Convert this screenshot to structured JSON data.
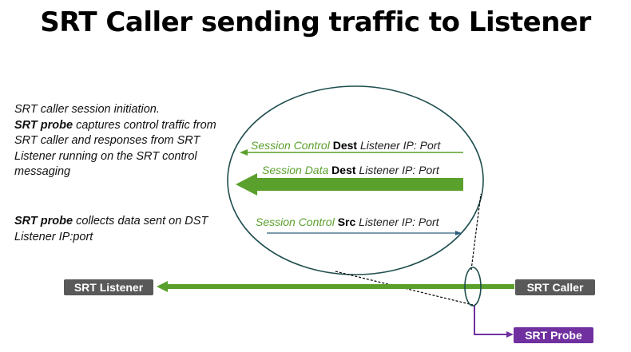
{
  "title": "SRT Caller sending traffic to Listener",
  "description": {
    "p1_line1": "SRT caller session initiation.",
    "p1_bold": "SRT probe",
    "p1_rest": " captures control traffic from SRT caller and responses from SRT Listener running on the SRT control messaging",
    "p2_bold": "SRT probe",
    "p2_rest": " collects data sent on DST Listener IP:port"
  },
  "nodes": {
    "listener": "SRT Listener",
    "caller": "SRT Caller",
    "probe": "SRT Probe"
  },
  "flows": [
    {
      "prefix": "Session Control ",
      "keyword": "Dest",
      "suffix": " Listener IP: Port"
    },
    {
      "prefix": "Session Data ",
      "keyword": "Dest",
      "suffix": " Listener IP: Port"
    },
    {
      "prefix": "Session Control ",
      "keyword": "Src",
      "suffix": " Listener IP: Port"
    }
  ],
  "colors": {
    "green": "#5aa02c",
    "blue_arrow": "#2e5f7f",
    "purple": "#7030a0",
    "node_gray": "#595959"
  }
}
